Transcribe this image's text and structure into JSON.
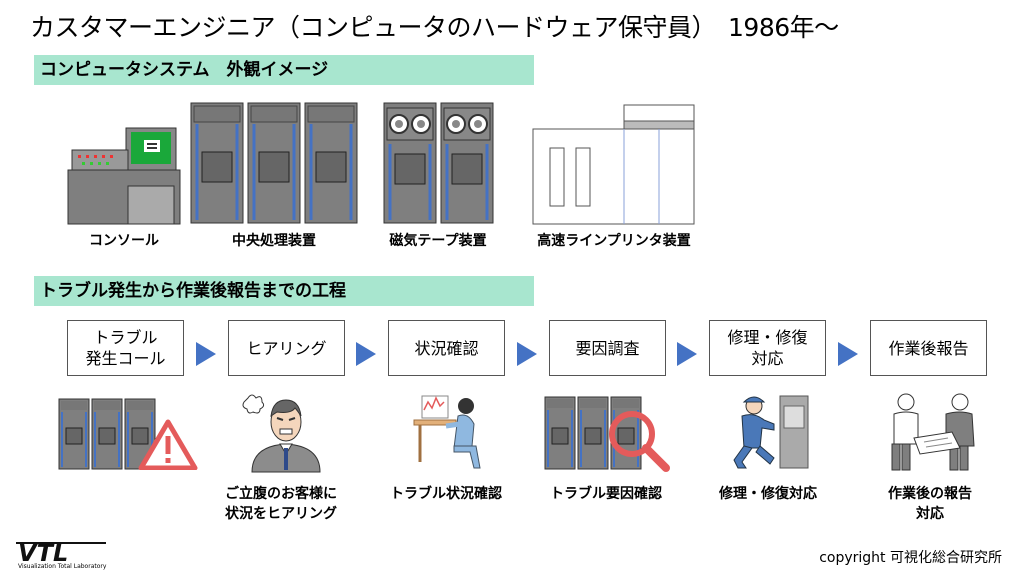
{
  "title": "カスタマーエンジニア（コンピュータのハードウェア保守員）　1986年～",
  "section1": {
    "heading": "コンピュータシステム　外観イメージ",
    "items": [
      {
        "label": "コンソール",
        "icon": "console-icon"
      },
      {
        "label": "中央処理装置",
        "icon": "cpu-cabinet-icon"
      },
      {
        "label": "磁気テープ装置",
        "icon": "tape-drive-icon"
      },
      {
        "label": "高速ラインプリンタ装置",
        "icon": "line-printer-icon"
      }
    ]
  },
  "section2": {
    "heading": "トラブル発生から作業後報告までの工程",
    "steps": [
      {
        "label": "トラブル\n発生コール",
        "caption": "",
        "icon": "warning-cabinet-icon"
      },
      {
        "label": "ヒアリング",
        "caption": "ご立腹のお客様に\n状況をヒアリング",
        "icon": "angry-customer-icon"
      },
      {
        "label": "状況確認",
        "caption": "トラブル状況確認",
        "icon": "engineer-pc-icon"
      },
      {
        "label": "要因調査",
        "caption": "トラブル要因確認",
        "icon": "magnifier-cabinet-icon"
      },
      {
        "label": "修理・修復\n対応",
        "caption": "修理・修復対応",
        "icon": "repair-engineer-icon"
      },
      {
        "label": "作業後報告",
        "caption": "作業後の報告対応",
        "icon": "report-meeting-icon"
      }
    ]
  },
  "footer": {
    "copyright": "copyright 可視化総合研究所",
    "logo_text": "VTL",
    "logo_sub": "Visualization Total Laboratory"
  },
  "colors": {
    "section_bg": "#a8e6cf",
    "arrow": "#4472c4",
    "cabinet": "#7f7f7f",
    "screen": "#1aa83a"
  }
}
